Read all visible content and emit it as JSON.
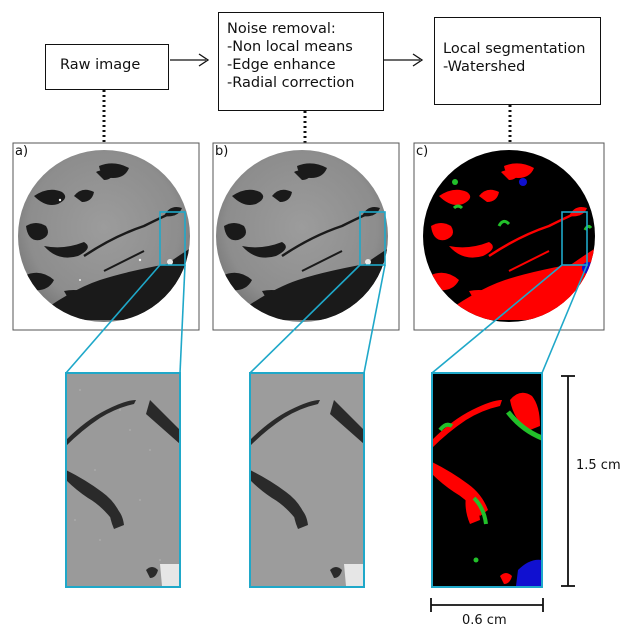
{
  "steps": [
    {
      "id": "raw",
      "lines": [
        "Raw image"
      ]
    },
    {
      "id": "noise",
      "lines": [
        "Noise removal:",
        "-Non local means",
        "-Edge enhance",
        "-Radial correction"
      ]
    },
    {
      "id": "seg",
      "lines": [
        "Local segmentation",
        "-Watershed"
      ]
    }
  ],
  "panels": [
    {
      "label": "a)"
    },
    {
      "label": "b)"
    },
    {
      "label": "c)"
    }
  ],
  "scale": {
    "vertical": "1.5 cm",
    "horizontal": "0.6 cm"
  },
  "colors": {
    "zoom": "#1fa8c9",
    "pore": "#ff0000",
    "mineral_green": "#22c02a",
    "mineral_blue": "#1010d0"
  }
}
